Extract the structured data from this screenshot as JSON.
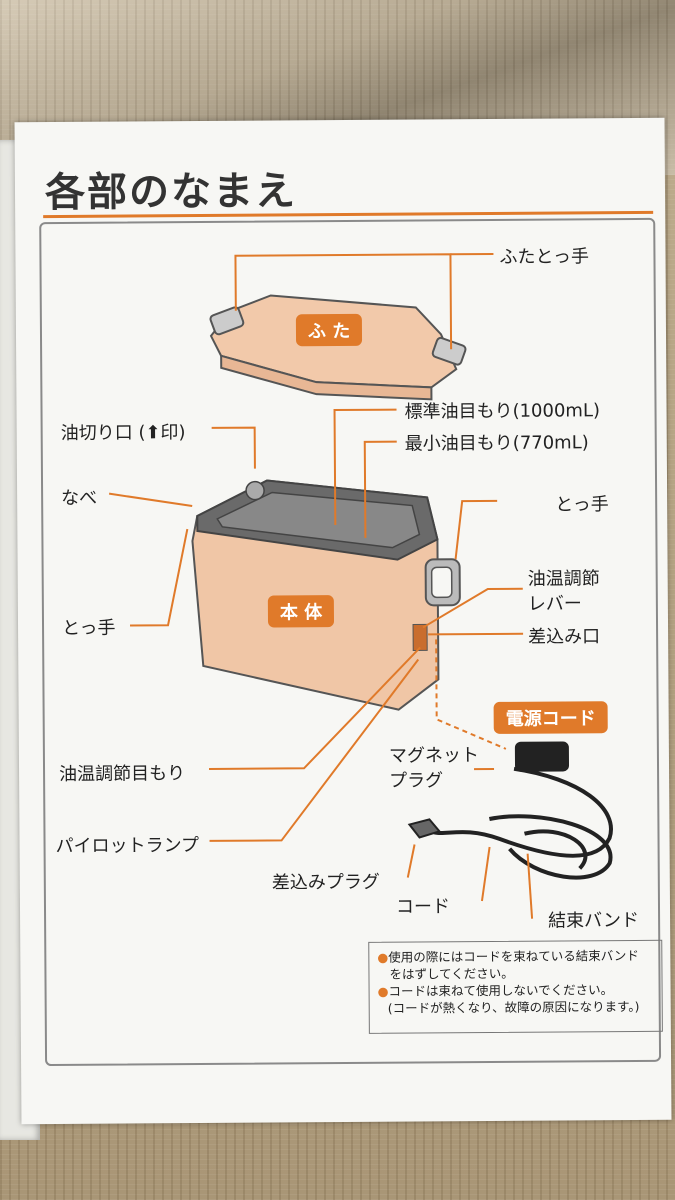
{
  "page": {
    "title": "各部のなまえ",
    "accent_color": "#e07a2a"
  },
  "badges": {
    "lid": "ふ た",
    "body": "本 体",
    "cord": "電源コード"
  },
  "labels": {
    "lid_handle": "ふたとっ手",
    "standard_oil_mark": "標準油目もり(1000mL)",
    "min_oil_mark": "最小油目もり(770mL)",
    "drain_spout": "油切り口 (⬆印)",
    "pot": "なべ",
    "right_handle": "とっ手",
    "left_handle": "とっ手",
    "temp_lever_line1": "油温調節",
    "temp_lever_line2": "レバー",
    "socket": "差込み口",
    "temp_scale": "油温調節目もり",
    "magnet_plug_line1": "マグネット",
    "magnet_plug_line2": "プラグ",
    "pilot_lamp": "パイロットランプ",
    "plug": "差込みプラグ",
    "cord": "コード",
    "band": "結束バンド"
  },
  "notes": [
    {
      "bullet": "●",
      "text": "使用の際にはコードを束ねている結束バンド"
    },
    {
      "bullet": "",
      "text": "をはずしてください。"
    },
    {
      "bullet": "●",
      "text": "コードは束ねて使用しないでください。"
    },
    {
      "bullet": "",
      "text": "(コードが熱くなり、故障の原因になります。)"
    }
  ]
}
